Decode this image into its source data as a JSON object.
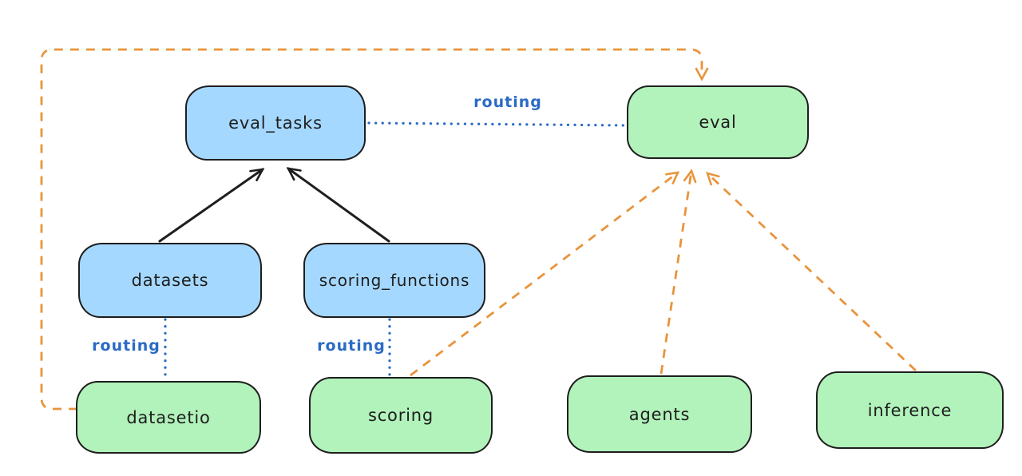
{
  "diagram": {
    "type": "architecture-routing-diagram",
    "colors": {
      "background": "#ffffff",
      "node_border": "#1e1e1e",
      "api_node_fill_blue": "#a5d8ff",
      "provider_node_fill_green": "#b2f2bb",
      "routing_blue": "#2a6bc4",
      "dashed_orange": "#e8943c",
      "solid_arrow_black": "#1e1e1e"
    },
    "nodes": [
      {
        "id": "eval_tasks",
        "label": "eval_tasks",
        "fill": "blue"
      },
      {
        "id": "eval",
        "label": "eval",
        "fill": "green"
      },
      {
        "id": "datasets",
        "label": "datasets",
        "fill": "blue"
      },
      {
        "id": "scoring_functions",
        "label": "scoring_functions",
        "fill": "blue"
      },
      {
        "id": "datasetio",
        "label": "datasetio",
        "fill": "green"
      },
      {
        "id": "scoring",
        "label": "scoring",
        "fill": "green"
      },
      {
        "id": "agents",
        "label": "agents",
        "fill": "green"
      },
      {
        "id": "inference",
        "label": "inference",
        "fill": "green"
      }
    ],
    "edges": [
      {
        "from": "datasets",
        "to": "eval_tasks",
        "style": "solid-black-arrow",
        "label": ""
      },
      {
        "from": "scoring_functions",
        "to": "eval_tasks",
        "style": "solid-black-arrow",
        "label": ""
      },
      {
        "from": "eval_tasks",
        "to": "eval",
        "style": "dotted-blue",
        "label": "routing"
      },
      {
        "from": "datasets",
        "to": "datasetio",
        "style": "dotted-blue",
        "label": "routing"
      },
      {
        "from": "scoring_functions",
        "to": "scoring",
        "style": "dotted-blue",
        "label": "routing"
      },
      {
        "from": "scoring",
        "to": "eval",
        "style": "dashed-orange-arrow",
        "label": ""
      },
      {
        "from": "agents",
        "to": "eval",
        "style": "dashed-orange-arrow",
        "label": ""
      },
      {
        "from": "inference",
        "to": "eval",
        "style": "dashed-orange-arrow",
        "label": ""
      },
      {
        "from": "datasetio",
        "to": "eval",
        "style": "dashed-orange-arrow-loop",
        "label": ""
      }
    ],
    "labels": {
      "routing_top": "routing",
      "routing_left": "routing",
      "routing_mid": "routing"
    }
  }
}
